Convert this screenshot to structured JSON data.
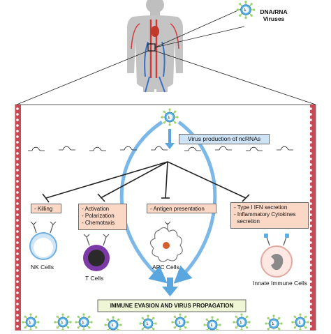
{
  "virus_label": {
    "line1": "DNA/RNA",
    "line2": "Viruses"
  },
  "ncrna_box": "Virus production of ncRNAs",
  "effects": [
    {
      "lines": [
        "- Killing"
      ]
    },
    {
      "lines": [
        "- Activation",
        "- Polarization",
        "- Chemotaxis"
      ]
    },
    {
      "lines": [
        "- Antigen presentation"
      ]
    },
    {
      "lines": [
        "- Type I IFN secretion",
        "- Inflammatory Cytokines",
        "  secretion"
      ]
    }
  ],
  "cells": [
    {
      "label": "NK Cells"
    },
    {
      "label": "T Cells"
    },
    {
      "label": "APC Cells"
    },
    {
      "label": "Innate Immune Cells"
    }
  ],
  "bottom_box": "IMMUNE EVASION AND VIRUS PROPAGATION",
  "colors": {
    "orange_box": "#fbd8c6",
    "blue_box": "#cfe3f6",
    "green_box": "#eef6d6",
    "arrow_blue": "#5aa7e0",
    "membrane": "#c94a55",
    "virus_green": "#9bd36a",
    "virus_blue": "#5ab0e6"
  }
}
